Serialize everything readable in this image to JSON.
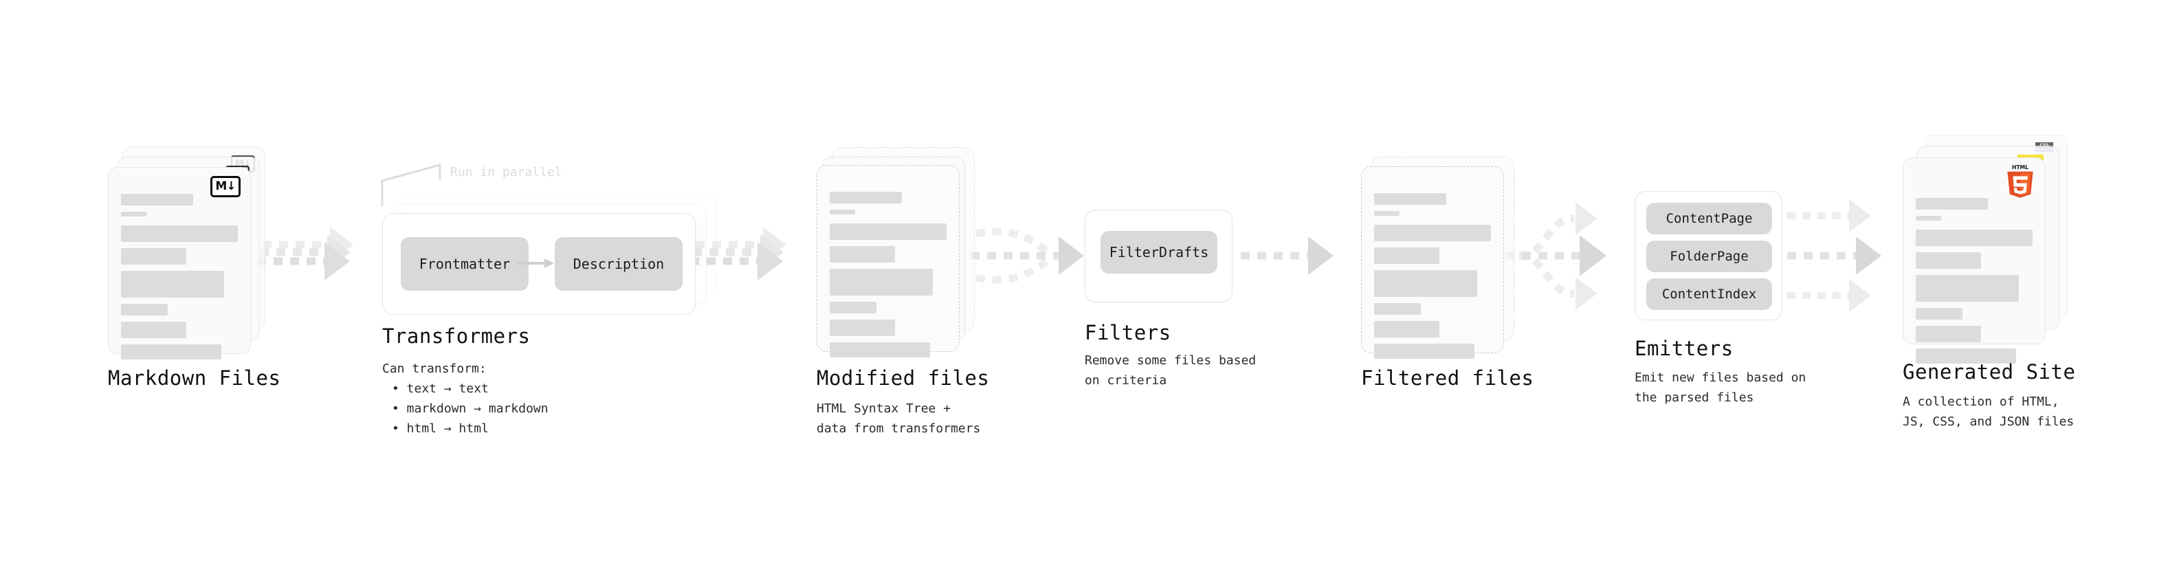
{
  "diagram": {
    "background": "#ffffff",
    "accent_gray": "#d9d9d9",
    "line_gray": "#e4e4e4"
  },
  "stages": [
    {
      "id": "markdown-files",
      "title": "Markdown Files",
      "subtitle": "",
      "badge": "M↓",
      "badge_name": "markdown-badge"
    },
    {
      "id": "transformers",
      "title": "Transformers",
      "parallel_label": "Run in parallel",
      "pills": [
        "Frontmatter",
        "Description"
      ],
      "subtitle": "Can transform:",
      "bullets": [
        "• text → text",
        "• markdown → markdown",
        "• html → html"
      ]
    },
    {
      "id": "modified-files",
      "title": "Modified files",
      "subtitle": "HTML Syntax Tree +\ndata from transformers"
    },
    {
      "id": "filters",
      "title": "Filters",
      "pills": [
        "FilterDrafts"
      ],
      "subtitle": "Remove some files based\non criteria"
    },
    {
      "id": "filtered-files",
      "title": "Filtered files",
      "subtitle": ""
    },
    {
      "id": "emitters",
      "title": "Emitters",
      "pills": [
        "ContentPage",
        "FolderPage",
        "ContentIndex"
      ],
      "subtitle": "Emit new files based on\nthe parsed files"
    },
    {
      "id": "generated-site",
      "title": "Generated Site",
      "subtitle": "A collection of HTML,\nJS, CSS, and JSON files",
      "badges": [
        "HTML5",
        "JS",
        "CSS"
      ]
    }
  ],
  "labels": {
    "markdown_title": "Markdown Files",
    "transformers_title": "Transformers",
    "transformers_sub": "Can transform:",
    "transformers_b1": "• text → text",
    "transformers_b2": "• markdown → markdown",
    "transformers_b3": "• html → html",
    "transformers_parallel": "Run in parallel",
    "pill_frontmatter": "Frontmatter",
    "pill_description": "Description",
    "modified_title": "Modified files",
    "modified_sub": "HTML Syntax Tree +\ndata from transformers",
    "filters_title": "Filters",
    "filters_sub": "Remove some files based\non criteria",
    "pill_filterdrafts": "FilterDrafts",
    "filtered_title": "Filtered files",
    "emitters_title": "Emitters",
    "emitters_sub": "Emit new files based on\nthe parsed files",
    "pill_contentpage": "ContentPage",
    "pill_folderpage": "FolderPage",
    "pill_contentindex": "ContentIndex",
    "generated_title": "Generated Site",
    "generated_sub": "A collection of HTML,\nJS, CSS, and JSON files",
    "md_badge": "M↓",
    "html5_badge": "HTML",
    "html5_num": "5",
    "css_badge": "CSS"
  }
}
